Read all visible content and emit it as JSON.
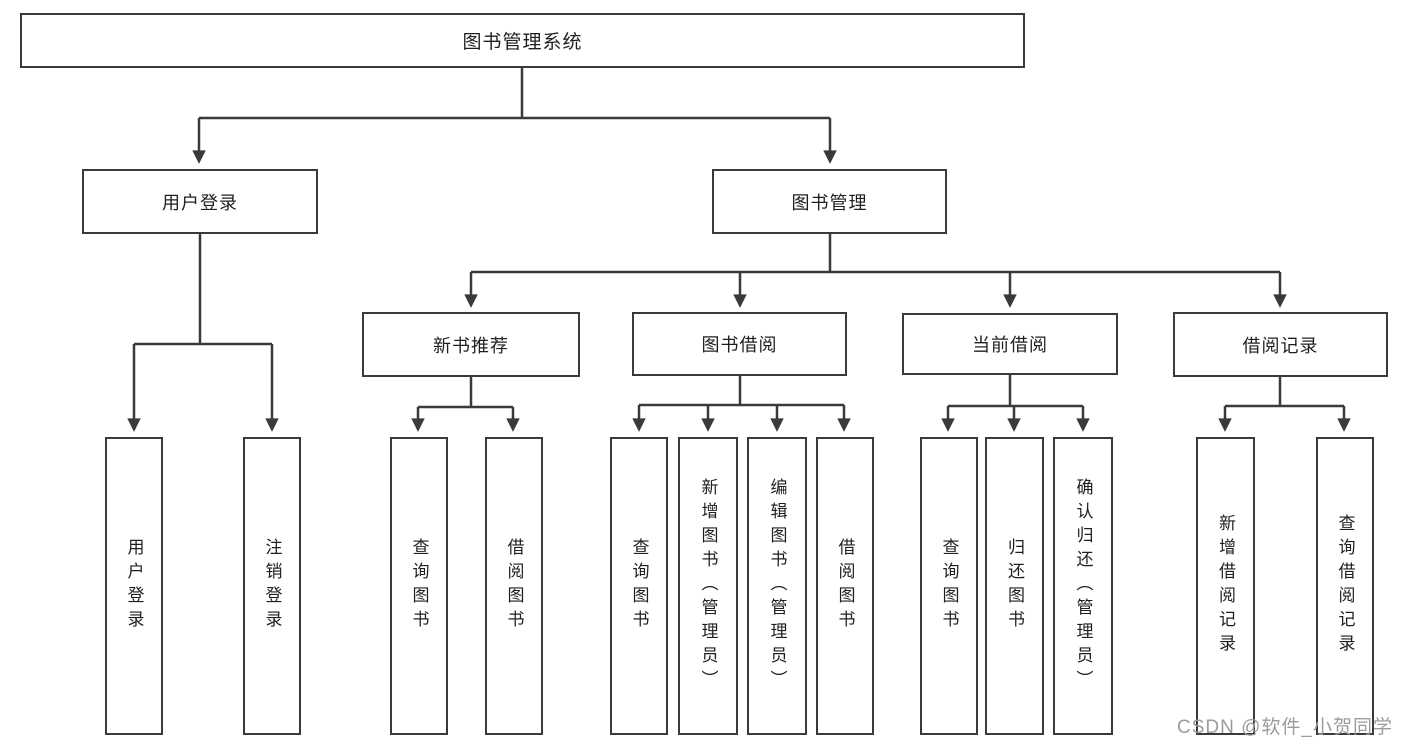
{
  "nodes": {
    "root": {
      "label": "图书管理系统"
    },
    "user_login": {
      "label": "用户登录"
    },
    "book_management": {
      "label": "图书管理"
    },
    "new_book_recommend": {
      "label": "新书推荐"
    },
    "book_borrowing": {
      "label": "图书借阅"
    },
    "current_borrowing": {
      "label": "当前借阅"
    },
    "borrowing_records": {
      "label": "借阅记录"
    },
    "leaf_user_login": {
      "label": "用户登录"
    },
    "leaf_logout": {
      "label": "注销登录"
    },
    "leaf_rec_query_books": {
      "label": "查询图书"
    },
    "leaf_rec_borrow_books": {
      "label": "借阅图书"
    },
    "leaf_bb_query_books": {
      "label": "查询图书"
    },
    "leaf_bb_add_books": {
      "label": "新增图书（管理员）"
    },
    "leaf_bb_edit_books": {
      "label": "编辑图书（管理员）"
    },
    "leaf_bb_borrow_books": {
      "label": "借阅图书"
    },
    "leaf_cb_query_books": {
      "label": "查询图书"
    },
    "leaf_cb_return_books": {
      "label": "归还图书"
    },
    "leaf_cb_confirm_return": {
      "label": "确认归还（管理员）"
    },
    "leaf_br_add_record": {
      "label": "新增借阅记录"
    },
    "leaf_br_query_record": {
      "label": "查询借阅记录"
    }
  },
  "watermark": {
    "label": "CSDN @软件_小贺同学"
  },
  "colors": {
    "line": "#3a3a3a",
    "node_border": "#3a3a3a",
    "node_background": "#ffffff",
    "text": "#1f1f1f",
    "watermark": "#9c9c9c",
    "page_background": "#ffffff"
  }
}
